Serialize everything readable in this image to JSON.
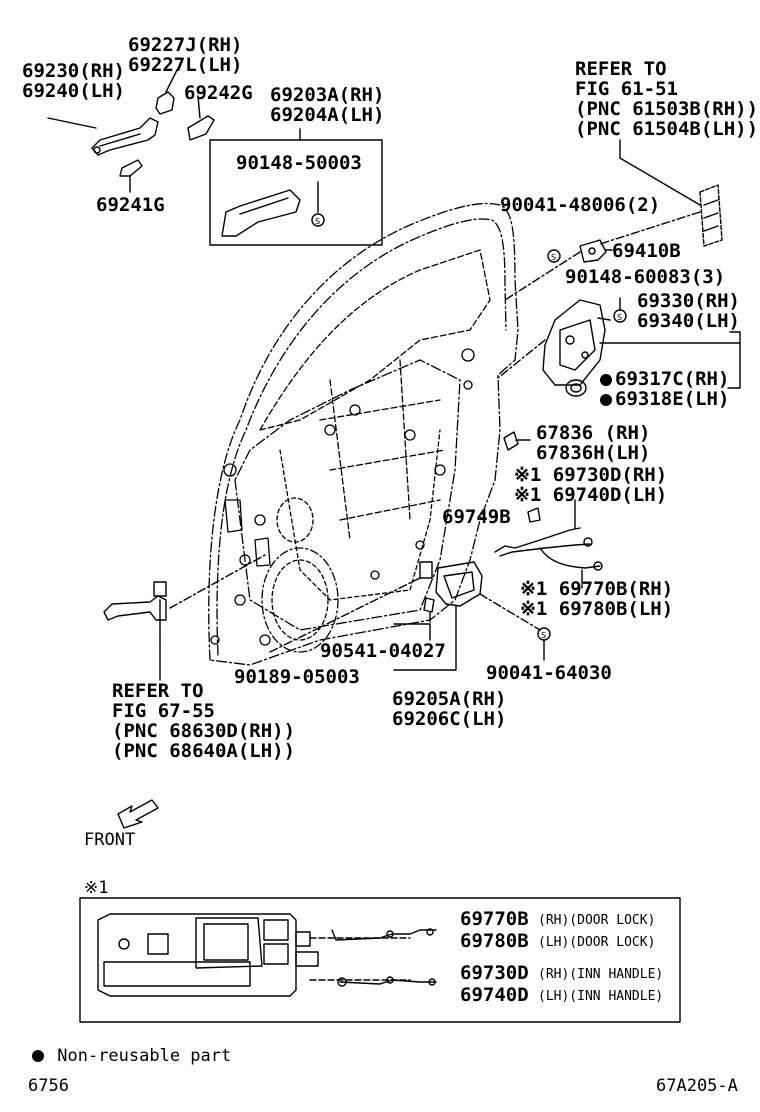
{
  "labels": {
    "p69227j": "69227J(RH)",
    "p69227l": "69227L(LH)",
    "p69230": "69230(RH)",
    "p69240": "69240(LH)",
    "p69242g": "69242G",
    "p69203a": "69203A(RH)",
    "p69204a": "69204A(LH)",
    "p90148_50003": "90148-50003",
    "p69241g": "69241G",
    "refer1": [
      "REFER TO",
      "FIG 61-51",
      "(PNC 61503B(RH))",
      "(PNC 61504B(LH))"
    ],
    "p90041_48006": "90041-48006(2)",
    "p69410b": "69410B",
    "p90148_60083": "90148-60083(3)",
    "p69330": "69330(RH)",
    "p69340": "69340(LH)",
    "p69317c": "69317C(RH)",
    "p69318e": "69318E(LH)",
    "p67836": "67836 (RH)",
    "p67836h": "67836H(LH)",
    "p69730d": "※1 69730D(RH)",
    "p69740d": "※1 69740D(LH)",
    "p69749b": "69749B",
    "p69770b": "※1 69770B(RH)",
    "p69780b": "※1 69780B(LH)",
    "p90541": "90541-04027",
    "p90041_64030": "90041-64030",
    "p90189": "90189-05003",
    "p69205a": "69205A(RH)",
    "p69206c": "69206C(LH)",
    "refer2": [
      "REFER TO",
      "FIG 67-55",
      "(PNC 68630D(RH))",
      "(PNC 68640A(LH))"
    ],
    "front": "FRONT",
    "note_mark": "※1",
    "box_69770b": "69770B",
    "box_69770b_tag": "(RH)(DOOR LOCK)",
    "box_69780b": "69780B",
    "box_69780b_tag": "(LH)(DOOR LOCK)",
    "box_69730d": "69730D",
    "box_69730d_tag": "(RH)(INN HANDLE)",
    "box_69740d": "69740D",
    "box_69740d_tag": "(LH)(INN HANDLE)",
    "legend": "Non-reusable part",
    "page_left": "6756",
    "page_right": "67A205-A"
  }
}
